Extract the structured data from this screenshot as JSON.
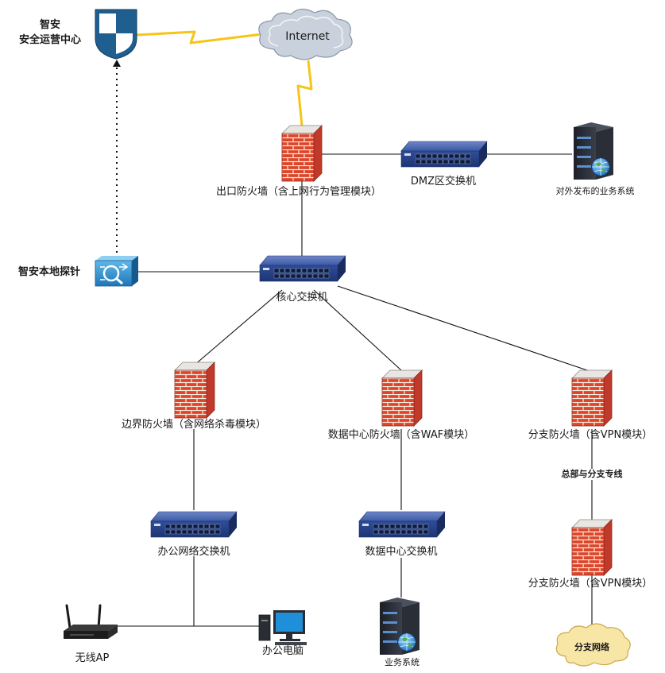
{
  "nodes": {
    "soc": {
      "label_line1": "智安",
      "label_line2": "安全运营中心"
    },
    "internet": {
      "label": "Internet"
    },
    "exit_fw": {
      "label": "出口防火墙（含上网行为管理模块）"
    },
    "dmz_switch": {
      "label": "DMZ区交换机"
    },
    "public_server": {
      "label": "对外发布的业务系统"
    },
    "probe": {
      "label": "智安本地探针"
    },
    "core_switch": {
      "label": "核心交换机"
    },
    "border_fw": {
      "label": "边界防火墙（含网络杀毒模块）"
    },
    "dc_fw": {
      "label": "数据中心防火墙（含WAF模块）"
    },
    "branch_fw_top": {
      "label": "分支防火墙（含VPN模块）"
    },
    "dedicated_line": {
      "label": "总部与分支专线"
    },
    "branch_fw_bottom": {
      "label": "分支防火墙（含VPN模块）"
    },
    "office_switch": {
      "label": "办公网络交换机"
    },
    "dc_switch": {
      "label": "数据中心交换机"
    },
    "wireless_ap": {
      "label": "无线AP"
    },
    "office_pc": {
      "label": "办公电脑"
    },
    "business_server": {
      "label": "业务系统"
    },
    "branch_network": {
      "label": "分支网络"
    }
  },
  "colors": {
    "line": "#111111",
    "lightning": "#f5c518",
    "switch_blue": "#2f4d9a",
    "brick": "#e0452a",
    "shield": "#1f5f8f",
    "cloud_internet": "#c9d1dc",
    "cloud_branch": "#f8e6a6"
  }
}
